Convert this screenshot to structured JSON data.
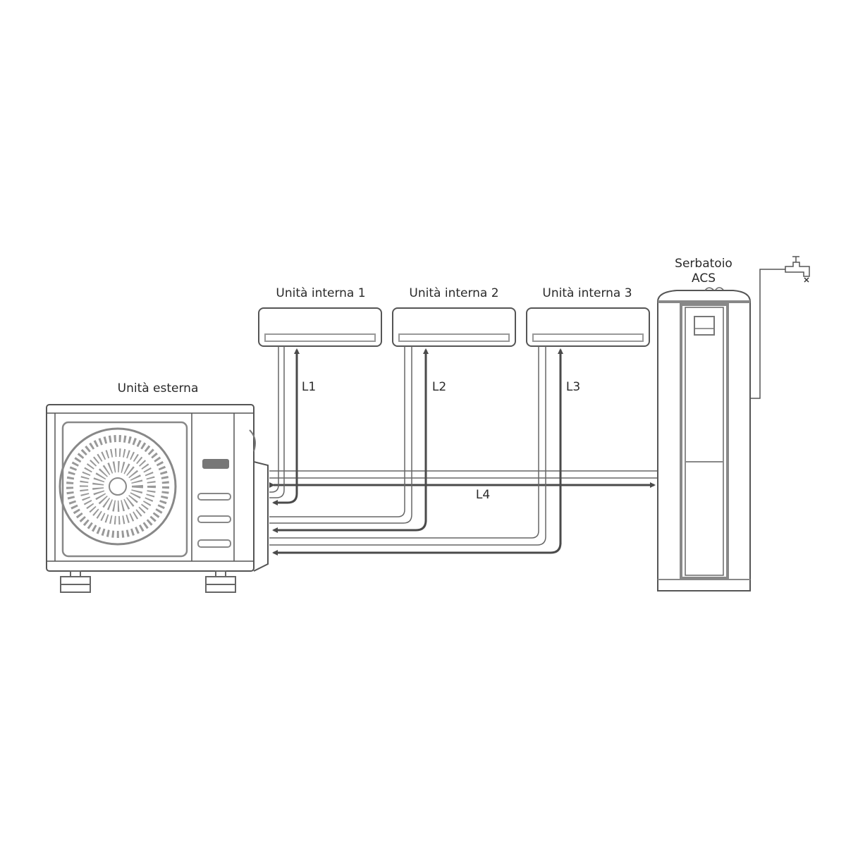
{
  "labels": {
    "outdoor_unit": "Unità esterna",
    "indoor_unit_1": "Unità interna 1",
    "indoor_unit_2": "Unità interna 2",
    "indoor_unit_3": "Unità interna 3",
    "tank_line1": "Serbatoio",
    "tank_line2": "ACS",
    "l1": "L1",
    "l2": "L2",
    "l3": "L3",
    "l4": "L4"
  },
  "colors": {
    "stroke": "#555555",
    "thick": "#4a4a4a",
    "light": "#9a9a9a"
  }
}
